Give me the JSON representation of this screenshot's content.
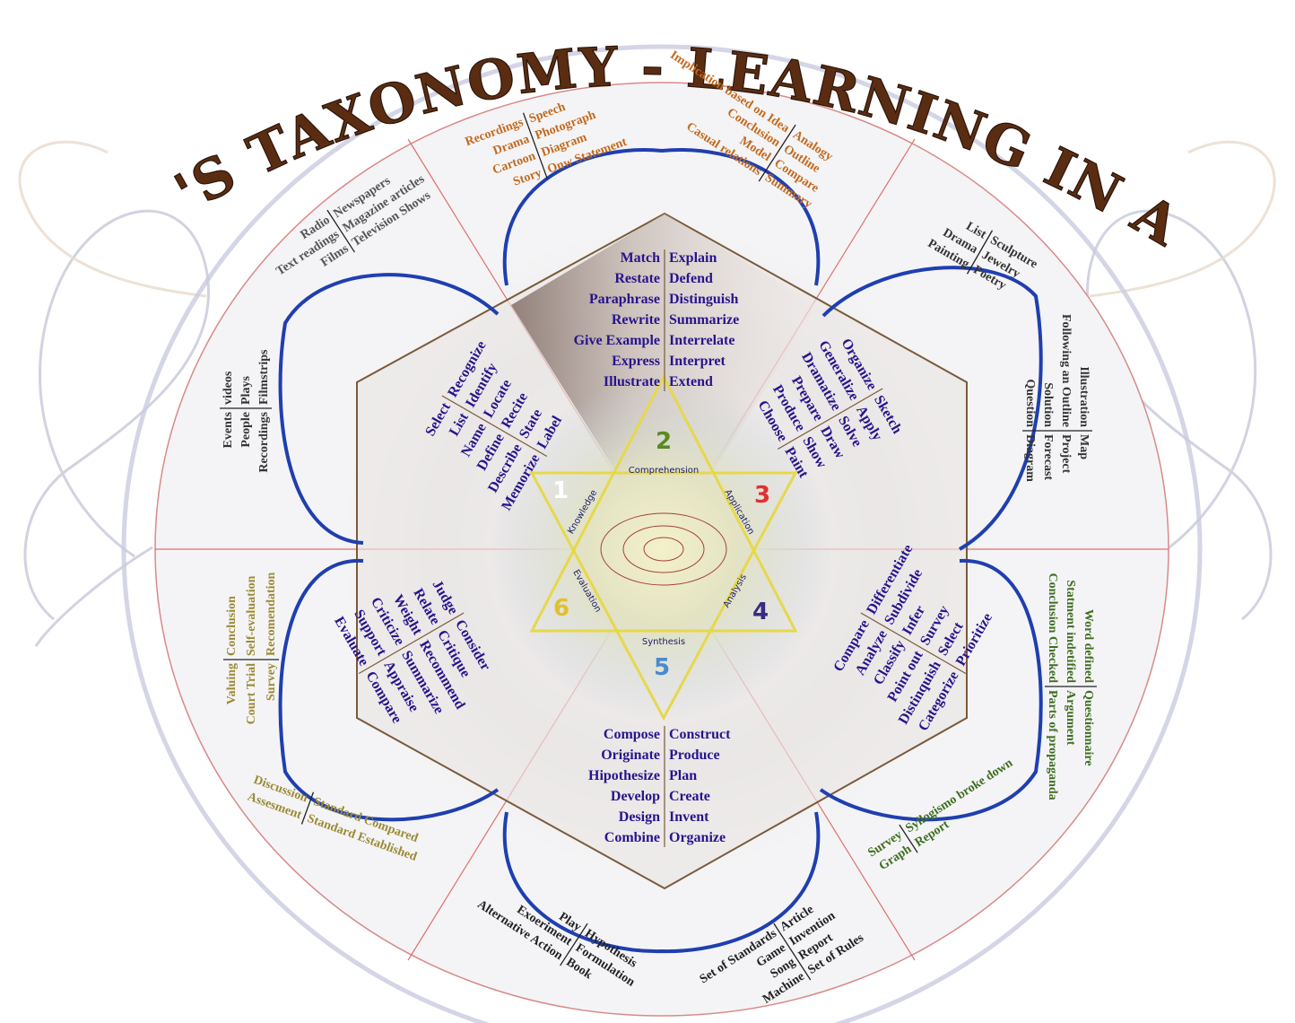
{
  "title": "BLOOM'S TAXONOMY - LEARNING IN ACTION",
  "colors": {
    "title": "#5a2d12",
    "verbs": "#27148c",
    "lobe_stroke": "#1f3fb0",
    "hexagon_stroke": "#7a5a3a",
    "spoke_lines": "#e07070",
    "star_stroke": "#e6d84a",
    "sector_1": "#555555",
    "sector_2": "#c36a1e",
    "sector_3": "#333333",
    "sector_4": "#3d6e1e",
    "sector_5": "#222222",
    "sector_6": "#9a8a35"
  },
  "levels": [
    {
      "number": "1",
      "name": "Knowledge",
      "number_color": "#ffffff"
    },
    {
      "number": "2",
      "name": "Comprehension",
      "number_color": "#5a8a20"
    },
    {
      "number": "3",
      "name": "Application",
      "number_color": "#e03030"
    },
    {
      "number": "4",
      "name": "Analysis",
      "number_color": "#3a2a80"
    },
    {
      "number": "5",
      "name": "Synthesis",
      "number_color": "#4a8ad0"
    },
    {
      "number": "6",
      "name": "Evaluation",
      "number_color": "#e0c030"
    }
  ],
  "verbs": {
    "knowledge": {
      "left": [
        "Select",
        "List",
        "Name",
        "Define",
        "Describe",
        "Memorize"
      ],
      "right": [
        "Recognize",
        "Identify",
        "Locate",
        "Recite",
        "State",
        "Label"
      ]
    },
    "comprehension": {
      "left": [
        "Match",
        "Restate",
        "Paraphrase",
        "Rewrite",
        "Give Example",
        "Express",
        "Illustrate"
      ],
      "right": [
        "Explain",
        "Defend",
        "Distinguish",
        "Summarize",
        "Interrelate",
        "Interpret",
        "Extend"
      ]
    },
    "application": {
      "left": [
        "Organize",
        "Generalize",
        "Dramatize",
        "Prepare",
        "Produce",
        "Choose"
      ],
      "right": [
        "Sketch",
        "Apply",
        "Solve",
        "Draw",
        "Show",
        "Paint"
      ]
    },
    "analysis": {
      "left": [
        "Compare",
        "Analyze",
        "Classify",
        "Point out",
        "Distinquish",
        "Categorize"
      ],
      "right": [
        "Differentiate",
        "Subdivide",
        "Infer",
        "Survey",
        "Select",
        "Prioritize"
      ]
    },
    "synthesis": {
      "left": [
        "Compose",
        "Originate",
        "Hipothesize",
        "Develop",
        "Design",
        "Combine"
      ],
      "right": [
        "Construct",
        "Produce",
        "Plan",
        "Create",
        "Invent",
        "Organize"
      ]
    },
    "evaluation": {
      "left": [
        "Judge",
        "Relate",
        "Weight",
        "Criticize",
        "Support",
        "Evaluate"
      ],
      "right": [
        "Consider",
        "Critique",
        "Recommend",
        "Summarize",
        "Appraise",
        "Compare"
      ]
    }
  },
  "products": {
    "knowledge_a": {
      "left": [
        "Radio",
        "Text readings",
        "Films"
      ],
      "right": [
        "Newspapers",
        "Magazine articles",
        "Television Shows"
      ]
    },
    "knowledge_b": {
      "left": [
        "Events",
        "People",
        "Recordings"
      ],
      "right": [
        "videos",
        "Plays",
        "Filmstrips"
      ]
    },
    "comprehension_a": {
      "left": [
        "Recordings",
        "Drama",
        "Cartoon",
        "Story"
      ],
      "right": [
        "Speech",
        "Photograph",
        "Diagram",
        "Onw Statement"
      ]
    },
    "comprehension_b": {
      "left": [
        "Implication based on Idea",
        "Conclusion",
        "Model",
        "Casual relations"
      ],
      "right": [
        "Analogy",
        "Outline",
        "Compare",
        "Summary"
      ]
    },
    "application_a": {
      "left": [
        "List",
        "Drama",
        "Painting"
      ],
      "right": [
        "Sculpture",
        "Jewelry",
        "Poetry"
      ]
    },
    "application_b": {
      "left": [
        "Illustration",
        "Following an Outline",
        "Solution",
        "Question"
      ],
      "right": [
        "Map",
        "Project",
        "Forecast",
        "Diagram"
      ]
    },
    "analysis_a": {
      "left": [
        "Word defined",
        "Statment indetified",
        "Conclusion Checked"
      ],
      "right": [
        "Questionnaire",
        "Argument",
        "Parts of propaganda"
      ]
    },
    "analysis_b": {
      "left": [
        "Survey",
        "Graph"
      ],
      "right": [
        "Syllogismo broke down",
        "Report"
      ]
    },
    "synthesis_a": {
      "left": [
        "Set of Standards",
        "Game",
        "Song",
        "Machine"
      ],
      "right": [
        "Article",
        "Invention",
        "Report",
        "Set of Rules"
      ]
    },
    "synthesis_b": {
      "left": [
        "Play",
        "Exoeriment",
        "Alternative Action"
      ],
      "right": [
        "Hypothesis",
        "Formulation",
        "Book"
      ]
    },
    "evaluation_a": {
      "left": [
        "Discussion",
        "Assesment"
      ],
      "right": [
        "Standard Compared",
        "Standard Established"
      ]
    },
    "evaluation_b": {
      "left": [
        "Valuing",
        "Court Trial",
        "Survey"
      ],
      "right": [
        "Conclusion",
        "Self-evaluation",
        "Recomendation"
      ]
    }
  }
}
